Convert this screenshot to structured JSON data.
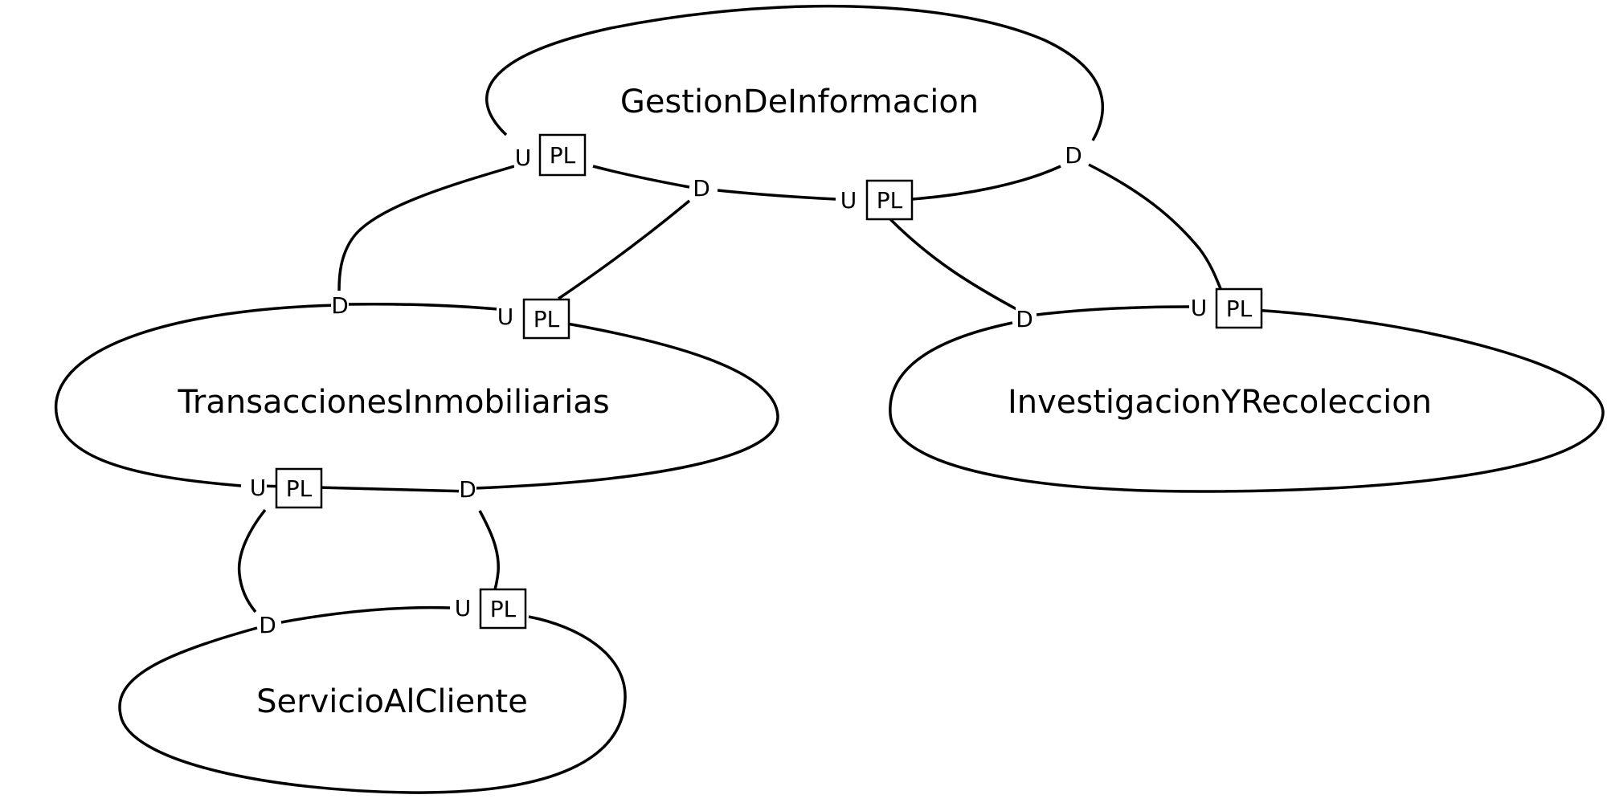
{
  "contexts": {
    "gestion": "GestionDeInformacion",
    "transacciones": "TransaccionesInmobiliarias",
    "investigacion": "InvestigacionYRecoleccion",
    "servicio": "ServicioAlCliente"
  },
  "relationships": [
    {
      "upstream": "GestionDeInformacion",
      "upstream_role": "U",
      "upstream_pattern": "PL",
      "downstream": "TransaccionesInmobiliarias",
      "downstream_role": "D"
    },
    {
      "upstream": "TransaccionesInmobiliarias",
      "upstream_role": "U",
      "upstream_pattern": "PL",
      "downstream": "GestionDeInformacion",
      "downstream_role": "D"
    },
    {
      "upstream": "GestionDeInformacion",
      "upstream_role": "U",
      "upstream_pattern": "PL",
      "downstream": "InvestigacionYRecoleccion",
      "downstream_role": "D"
    },
    {
      "upstream": "InvestigacionYRecoleccion",
      "upstream_role": "U",
      "upstream_pattern": "PL",
      "downstream": "GestionDeInformacion",
      "downstream_role": "D"
    },
    {
      "upstream": "TransaccionesInmobiliarias",
      "upstream_role": "U",
      "upstream_pattern": "PL",
      "downstream": "ServicioAlCliente",
      "downstream_role": "D"
    },
    {
      "upstream": "ServicioAlCliente",
      "upstream_role": "U",
      "upstream_pattern": "PL",
      "downstream": "TransaccionesInmobiliarias",
      "downstream_role": "D"
    }
  ]
}
